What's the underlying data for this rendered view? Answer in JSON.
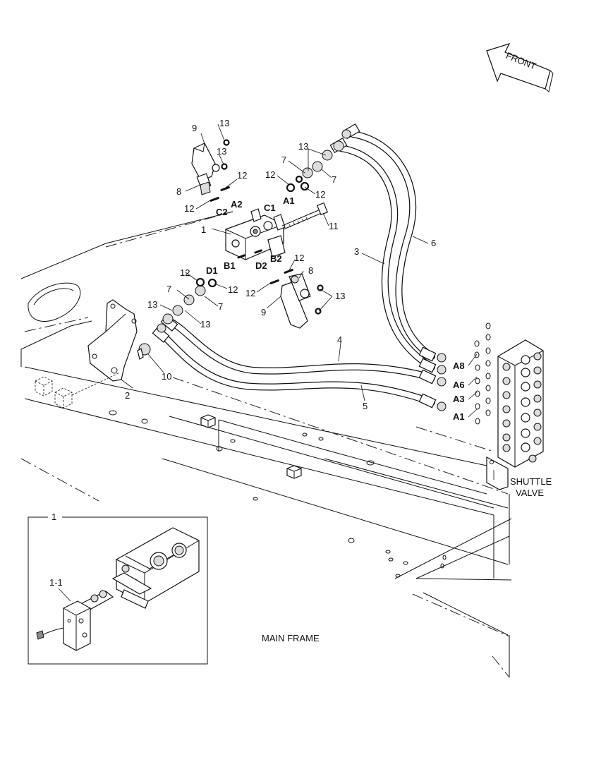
{
  "labels": {
    "front": "FRONT",
    "shuttle_valve_line1": "SHUTTLE",
    "shuttle_valve_line2": "VALVE",
    "main_frame": "MAIN FRAME",
    "inset_number": "1",
    "inset_part": "1-1"
  },
  "ports": {
    "a2": "A2",
    "c2": "C2",
    "c1": "C1",
    "a1_top": "A1",
    "b1": "B1",
    "d1": "D1",
    "d2": "D2",
    "b2": "B2",
    "a8": "A8",
    "a6": "A6",
    "a3": "A3",
    "a1_shuttle": "A1"
  },
  "callouts": {
    "c1": "1",
    "c2": "2",
    "c3": "3",
    "c4": "4",
    "c5": "5",
    "c6": "6",
    "c7a": "7",
    "c7b": "7",
    "c7c": "7",
    "c7d": "7",
    "c8a": "8",
    "c8b": "8",
    "c9a": "9",
    "c9b": "9",
    "c10": "10",
    "c11": "11",
    "c12a": "12",
    "c12b": "12",
    "c12c": "12",
    "c12d": "12",
    "c12e": "12",
    "c12f": "12",
    "c12g": "12",
    "c12h": "12",
    "c13a": "13",
    "c13b": "13",
    "c13c": "13",
    "c13d": "13",
    "c13e": "13",
    "c13f": "13"
  }
}
